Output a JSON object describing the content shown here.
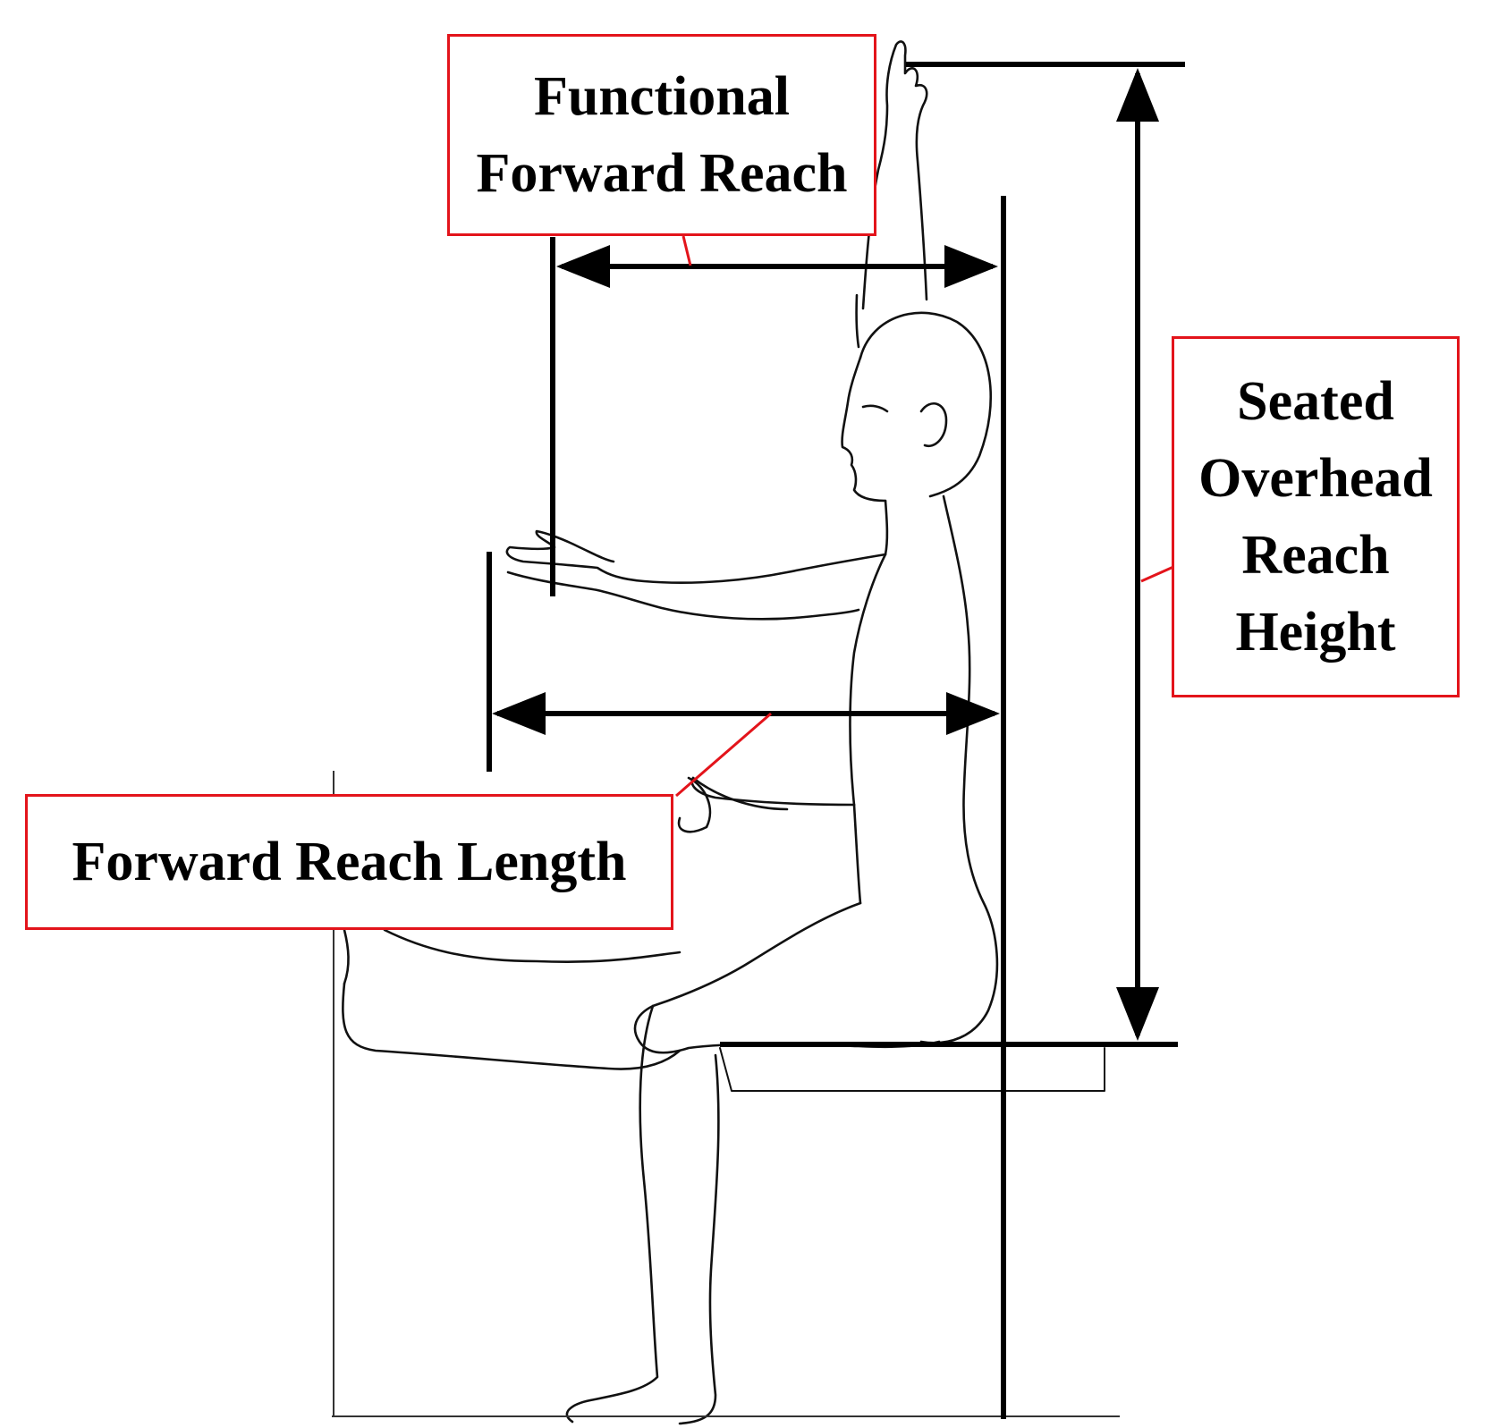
{
  "labels": {
    "functional_forward_reach": [
      "Functional",
      "Forward Reach"
    ],
    "forward_reach_length": [
      "Forward Reach Length"
    ],
    "seated_overhead_reach_height": [
      "Seated",
      "Overhead",
      "Reach",
      "Height"
    ]
  },
  "colors": {
    "label_border": "#e3141b",
    "leader_line": "#e3141b",
    "dimension_line": "#000000",
    "figure_outline": "#111111",
    "background": "#ffffff"
  }
}
